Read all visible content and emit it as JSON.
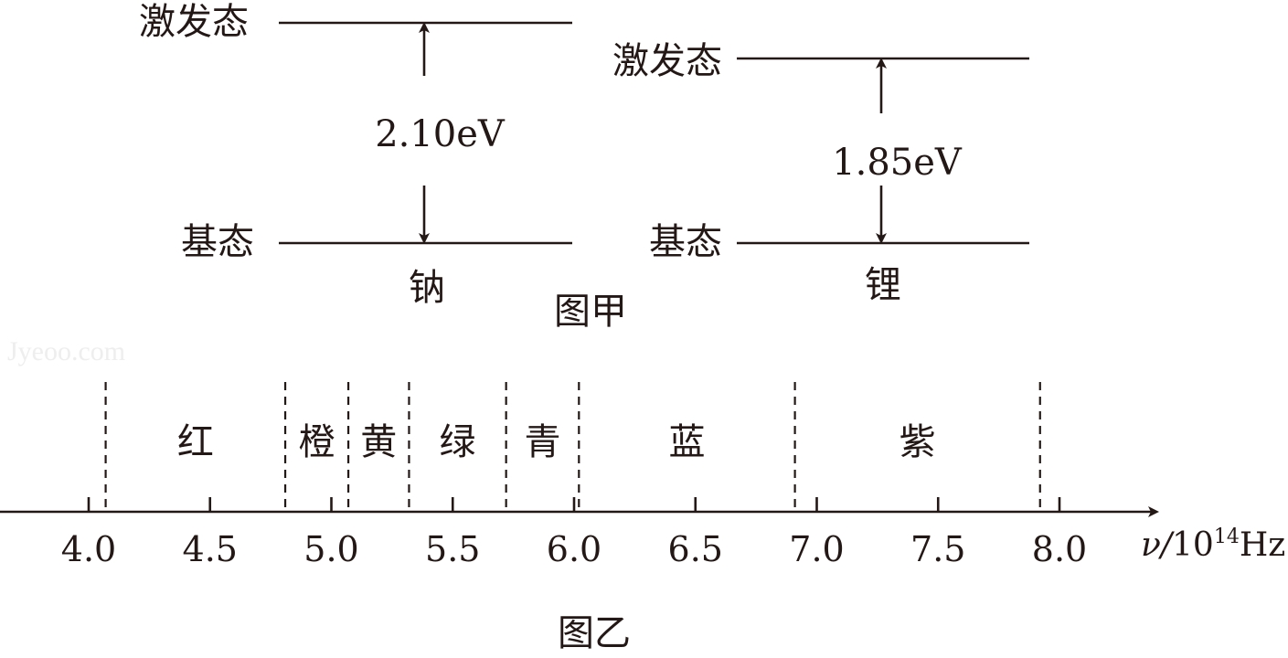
{
  "figure_a": {
    "caption": "图甲",
    "sodium": {
      "name": "钠",
      "excited_label": "激发态",
      "ground_label": "基态",
      "energy_gap": "2.10eV"
    },
    "lithium": {
      "name": "锂",
      "excited_label": "激发态",
      "ground_label": "基态",
      "energy_gap": "1.85eV"
    }
  },
  "figure_b": {
    "caption": "图乙",
    "axis_label_var": "ν/",
    "axis_label_base": "10",
    "axis_label_exp": "14",
    "axis_label_unit": "Hz",
    "ticks": [
      {
        "label": "4.0",
        "value": 4.0
      },
      {
        "label": "4.5",
        "value": 4.5
      },
      {
        "label": "5.0",
        "value": 5.0
      },
      {
        "label": "5.5",
        "value": 5.5
      },
      {
        "label": "6.0",
        "value": 6.0
      },
      {
        "label": "6.5",
        "value": 6.5
      },
      {
        "label": "7.0",
        "value": 7.0
      },
      {
        "label": "7.5",
        "value": 7.5
      },
      {
        "label": "8.0",
        "value": 8.0
      }
    ],
    "boundaries": [
      4.07,
      4.81,
      5.07,
      5.32,
      5.72,
      6.02,
      6.91,
      7.92
    ],
    "bands": [
      {
        "name": "红",
        "from": 4.07,
        "to": 4.81
      },
      {
        "name": "橙",
        "from": 4.81,
        "to": 5.07
      },
      {
        "name": "黄",
        "from": 5.07,
        "to": 5.32
      },
      {
        "name": "绿",
        "from": 5.32,
        "to": 5.72
      },
      {
        "name": "青",
        "from": 5.72,
        "to": 6.02
      },
      {
        "name": "蓝",
        "from": 6.02,
        "to": 6.91
      },
      {
        "name": "紫",
        "from": 6.91,
        "to": 7.92
      }
    ]
  },
  "watermark": "Jyeoo.com"
}
